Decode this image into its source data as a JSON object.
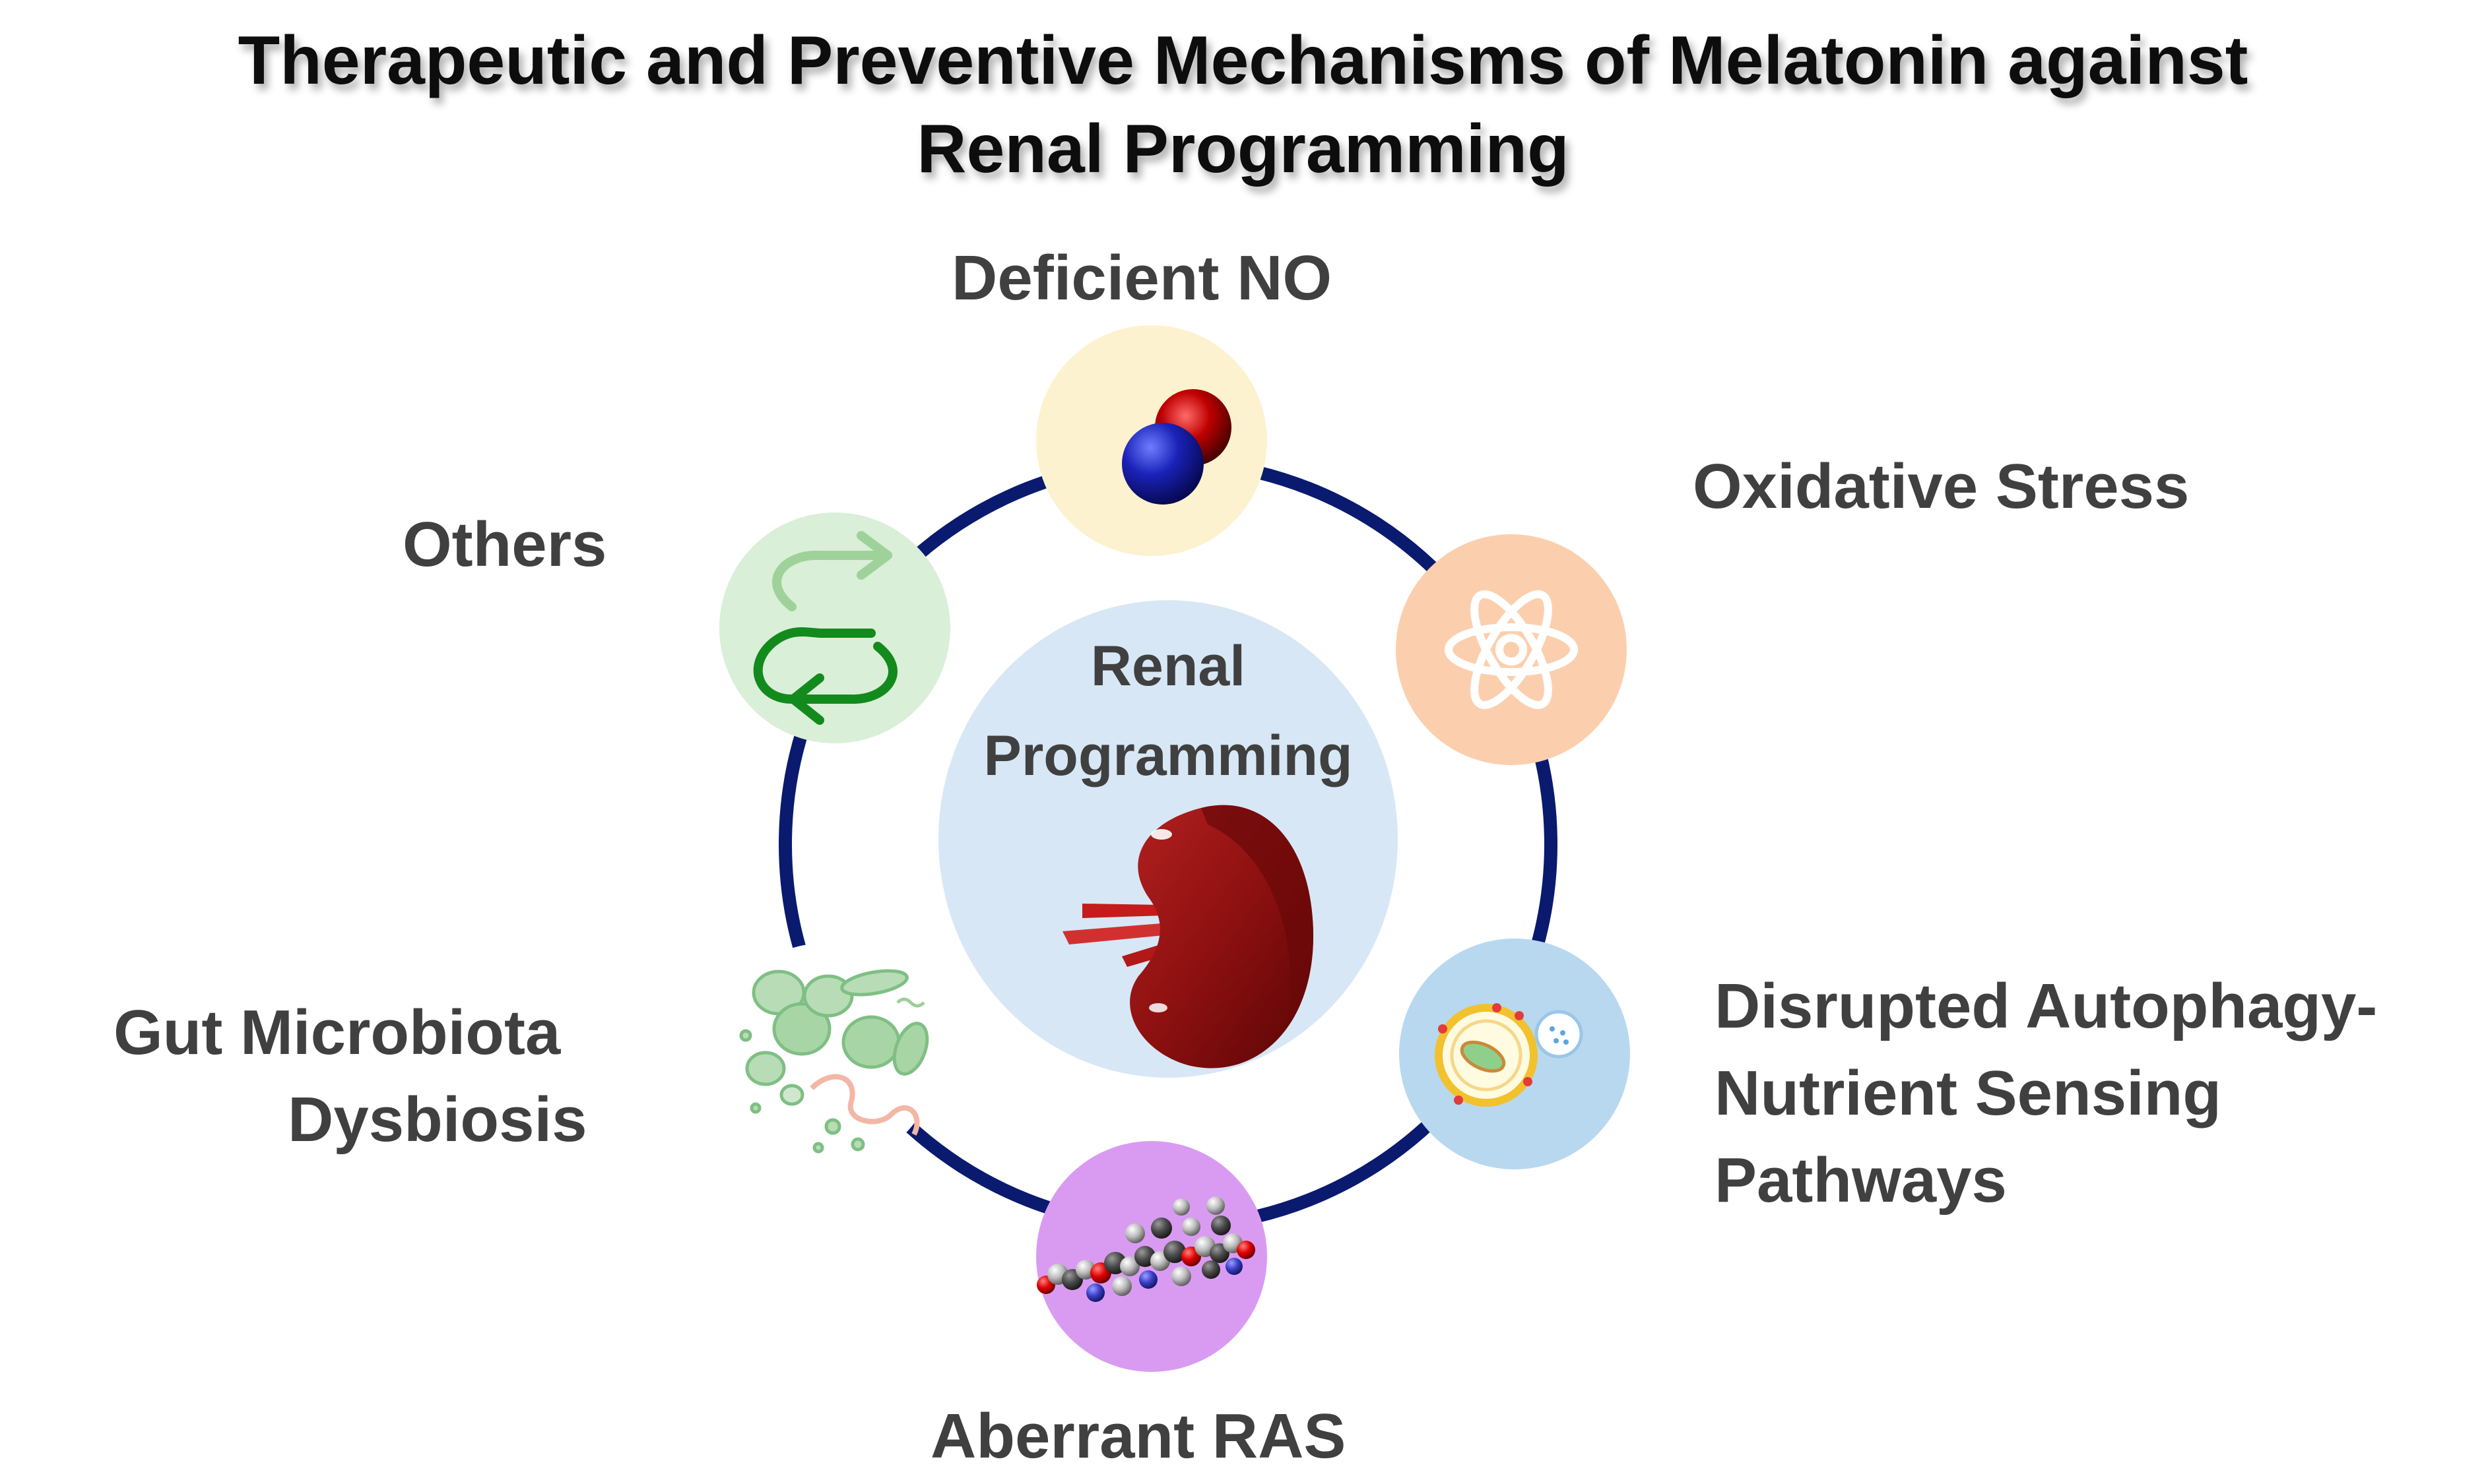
{
  "title": {
    "line1": "Therapeutic and Preventive Mechanisms of Melatonin against",
    "line2": "Renal Programming"
  },
  "center": {
    "line1": "Renal",
    "line2": "Programming"
  },
  "mechanisms": {
    "deficient_no": "Deficient NO",
    "oxidative_stress": "Oxidative Stress",
    "autophagy": {
      "line1": "Disrupted Autophagy-",
      "line2": "Nutrient Sensing",
      "line3": "Pathways"
    },
    "aberrant_ras": "Aberrant RAS",
    "gut": {
      "line1": "Gut Microbiota",
      "line2": "Dysbiosis"
    },
    "others": "Others"
  },
  "colors": {
    "ring": "#0a1a6e",
    "center_fill": "#d7e7f5",
    "deficient_no_fill": "#fdf2cf",
    "oxidative_stress_fill": "#fbcfae",
    "autophagy_fill": "#b8d8f0",
    "aberrant_ras_fill": "#d99bf2",
    "gut_fill": "#ffffff",
    "others_fill": "#d9efd7",
    "kidney": "#8b1010",
    "label_text": "#404040"
  },
  "icons": {
    "deficient_no": "no-molecule-icon",
    "oxidative_stress": "atom-icon",
    "autophagy": "cell-icon",
    "aberrant_ras": "protein-molecule-icon",
    "gut": "bacteria-icon",
    "others": "cycle-arrows-icon",
    "center": "kidney-icon"
  }
}
